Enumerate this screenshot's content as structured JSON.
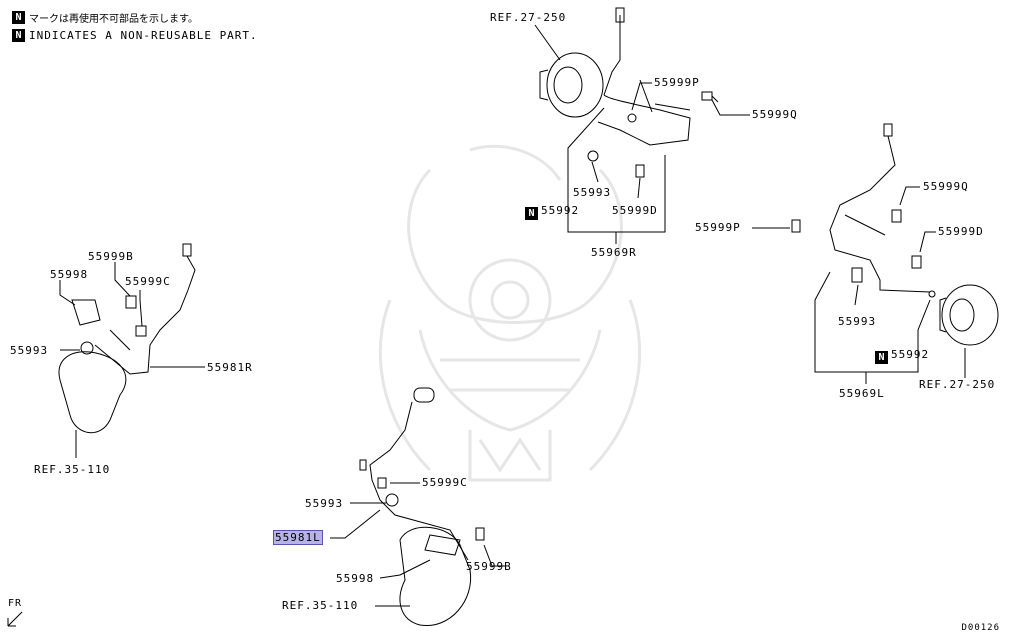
{
  "notes": {
    "jp": "マークは再使用不可部品を示します。",
    "en": "INDICATES A NON-REUSABLE PART.",
    "mark": "N"
  },
  "labels": {
    "ref_27_250_top": "REF.27-250",
    "p55999P_top": "55999P",
    "p55999Q_top": "55999Q",
    "p55993_top": "55993",
    "p55992_top": "55992",
    "p55999D_top": "55999D",
    "p55969R": "55969R",
    "p55999Q_right": "55999Q",
    "p55999P_right": "55999P",
    "p55999D_right": "55999D",
    "p55993_right": "55993",
    "p55992_right": "55992",
    "p55969L": "55969L",
    "ref_27_250_right": "REF.27-250",
    "p55999B_left": "55999B",
    "p55998_left": "55998",
    "p55999C_left": "55999C",
    "p55993_left": "55993",
    "p55981R": "55981R",
    "ref_35_110_left": "REF.35-110",
    "p55999C_bottom": "55999C",
    "p55993_bottom": "55993",
    "p55981L": "55981L",
    "p55998_bottom": "55998",
    "p55999B_bottom": "55999B",
    "ref_35_110_bottom": "REF.35-110"
  },
  "fr": "FR",
  "code": "D00126",
  "colors": {
    "highlight": "#b7b3e6",
    "line": "#000000",
    "watermark": "#e6e6e6"
  }
}
